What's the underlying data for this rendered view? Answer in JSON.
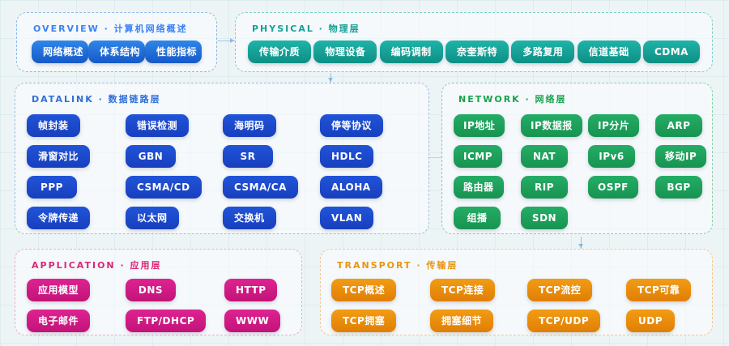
{
  "page": {
    "background": "#edf4f5",
    "grid_color": "#8cbed2"
  },
  "sections": {
    "overview": {
      "title": "OVERVIEW · 计算机网络概述",
      "colors": {
        "accent": "#3b82f6",
        "border": "#8cb9e9",
        "btnFrom": "#2e86e8",
        "btnTo": "#1659c8"
      },
      "buttons": [
        "网络概述",
        "体系结构",
        "性能指标"
      ]
    },
    "physical": {
      "title": "PHYSICAL · 物理层",
      "colors": {
        "accent": "#14a098",
        "border": "#7bd0c7",
        "btnFrom": "#1fb3a8",
        "btnTo": "#0e8f85"
      },
      "buttons": [
        "传输介质",
        "物理设备",
        "编码调制",
        "奈奎斯特",
        "多路复用",
        "信道基础",
        "CDMA"
      ]
    },
    "datalink": {
      "title": "DATALINK · 数据链路层",
      "colors": {
        "accent": "#2f6fd8",
        "border": "#a0bde2",
        "btnFrom": "#2154d8",
        "btnTo": "#173fbe"
      },
      "buttons": [
        "帧封装",
        "错误检测",
        "海明码",
        "停等协议",
        "滑窗对比",
        "GBN",
        "SR",
        "HDLC",
        "PPP",
        "CSMA/CD",
        "CSMA/CA",
        "ALOHA",
        "令牌传递",
        "以太网",
        "交换机",
        "VLAN"
      ]
    },
    "network": {
      "title": "NETWORK · 网络层",
      "colors": {
        "accent": "#16a34a",
        "border": "#86d1a8",
        "btnFrom": "#24ad66",
        "btnTo": "#179350"
      },
      "buttons": [
        "IP地址",
        "IP数据报",
        "IP分片",
        "ARP",
        "ICMP",
        "NAT",
        "IPv6",
        "移动IP",
        "路由器",
        "RIP",
        "OSPF",
        "BGP",
        "组播",
        "SDN"
      ]
    },
    "application": {
      "title": "APPLICATION · 应用层",
      "colors": {
        "accent": "#db2777",
        "border": "#f0aacf",
        "btnFrom": "#de2391",
        "btnTo": "#c21378"
      },
      "buttons": [
        "应用模型",
        "DNS",
        "HTTP",
        "电子邮件",
        "FTP/DHCP",
        "WWW"
      ]
    },
    "transport": {
      "title": "TRANSPORT · 传输层",
      "colors": {
        "accent": "#e8960f",
        "border": "#f3c78d",
        "btnFrom": "#f29c14",
        "btnTo": "#e07e04"
      },
      "buttons": [
        "TCP概述",
        "TCP连接",
        "TCP流控",
        "TCP可靠",
        "TCP拥塞",
        "拥塞细节",
        "TCP/UDP",
        "UDP"
      ]
    }
  }
}
